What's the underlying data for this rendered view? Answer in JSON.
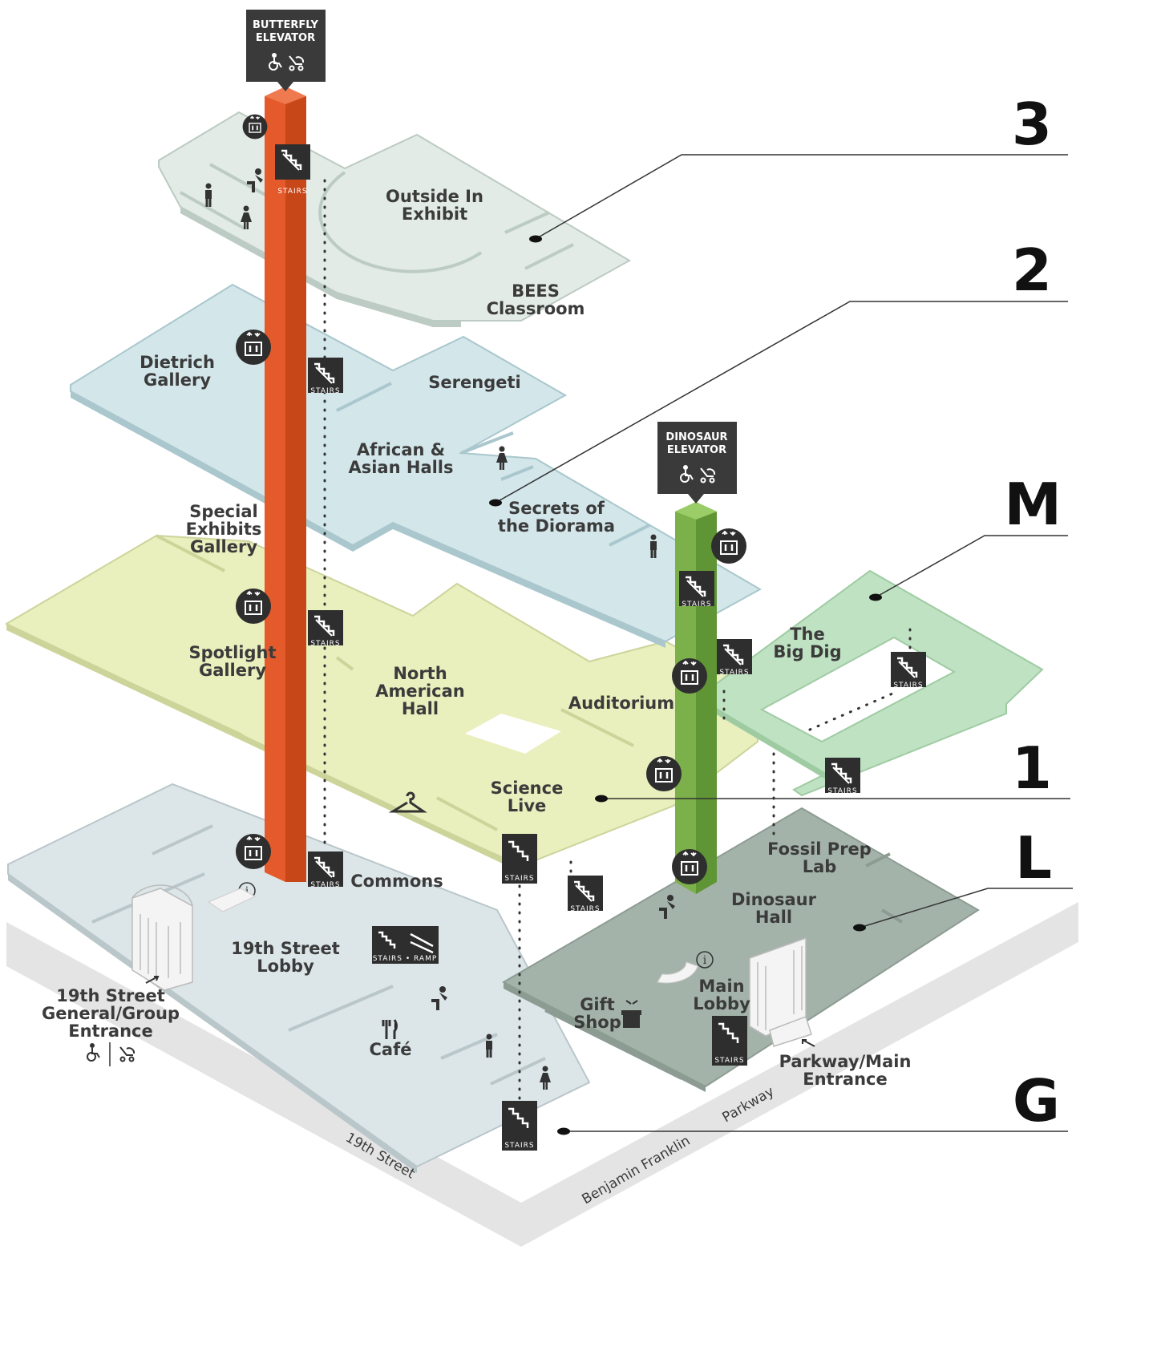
{
  "colors": {
    "level3": "#e2ebe6",
    "level2": "#d3e6ea",
    "level1": "#e9efbd",
    "mezzanine": "#bfe2c2",
    "lower": "#a4b3aa",
    "ground": "#dce6e9",
    "street": "#e4e4e4",
    "butterfly": "#e55a2b",
    "dinosaur": "#7cb04a",
    "tag": "#3a3a3a"
  },
  "levels": {
    "l3": "3",
    "l2": "2",
    "lm": "M",
    "l1": "1",
    "ll": "L",
    "lg": "G"
  },
  "elevators": {
    "butterfly": {
      "line1": "BUTTERFLY",
      "line2": "ELEVATOR",
      "icons": "accessible-icon stroller-icon"
    },
    "dinosaur": {
      "line1": "DINOSAUR",
      "line2": "ELEVATOR",
      "icons": "accessible-icon stroller-icon"
    }
  },
  "stairs": {
    "label": "STAIRS",
    "ramp_label": "STAIRS • RAMP"
  },
  "rooms": {
    "outside_in_1": "Outside In",
    "outside_in_2": "Exhibit",
    "bees_1": "BEES",
    "bees_2": "Classroom",
    "dietrich_1": "Dietrich",
    "dietrich_2": "Gallery",
    "serengeti": "Serengeti",
    "african_1": "African &",
    "african_2": "Asian Halls",
    "secrets_1": "Secrets of",
    "secrets_2": "the Diorama",
    "special_1": "Special",
    "special_2": "Exhibits",
    "special_3": "Gallery",
    "spotlight_1": "Spotlight",
    "spotlight_2": "Gallery",
    "north_1": "North",
    "north_2": "American",
    "north_3": "Hall",
    "auditorium": "Auditorium",
    "bigdig_1": "The",
    "bigdig_2": "Big Dig",
    "science_1": "Science",
    "science_2": "Live",
    "fossil_1": "Fossil Prep",
    "fossil_2": "Lab",
    "dinohall_1": "Dinosaur",
    "dinohall_2": "Hall",
    "commons": "Commons",
    "lobby19_1": "19th Street",
    "lobby19_2": "Lobby",
    "cafe": "Café",
    "gift_1": "Gift",
    "gift_2": "Shop",
    "mainlobby_1": "Main",
    "mainlobby_2": "Lobby",
    "entrance19_1": "19th Street",
    "entrance19_2": "General/Group",
    "entrance19_3": "Entrance",
    "parkway_1": "Parkway/Main",
    "parkway_2": "Entrance"
  },
  "streets": {
    "s19": "19th Street",
    "bf": "Benjamin Franklin",
    "pk": "Parkway"
  },
  "info": "i"
}
